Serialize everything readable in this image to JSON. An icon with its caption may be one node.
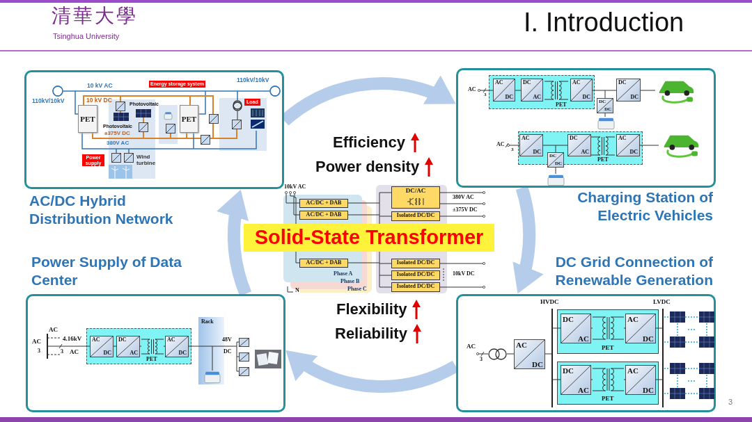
{
  "diagram": {
    "title": "I. Introduction",
    "nodes": [
      {
        "text": [],
        "shape": "picture",
        "beside": [
          "AC/DC Hybrid Distribution Network"
        ]
      },
      {
        "text": [],
        "shape": "picture",
        "beside": [
          "Charging Station of Electric Vehicles"
        ]
      },
      {
        "text": [
          "Solid-State Transformer"
        ]
      },
      {
        "text": [],
        "shape": "picture",
        "beside": [
          "Power Supply of Data Center"
        ]
      },
      {
        "text": [],
        "shape": "picture",
        "beside": [
          "DC Grid Connection of Renewable Generation"
        ]
      }
    ],
    "edges": [
      {
        "from": 0,
        "to": 1,
        "arrow": "to"
      },
      {
        "from": 1,
        "to": 4,
        "arrow": "to"
      },
      {
        "from": 4,
        "to": 3,
        "arrow": "to"
      },
      {
        "from": 3,
        "to": 0,
        "arrow": "to"
      }
    ],
    "labels": [
      "清華大學",
      "Tsinghua University",
      "10 kV AC",
      "Energy storage system",
      "110kV/10kV",
      "110kV/10kV",
      "10 kV DC",
      "Photovoltaic",
      "PET",
      "PET",
      "Load",
      "Photovoltaic",
      "±375V DC",
      "380V AC",
      "Power supply",
      "Wind turbine",
      "Efficiency",
      "Power density",
      "AC",
      "3",
      "AC",
      "DC",
      "DC",
      "AC",
      "AC",
      "DC",
      "DC",
      "DC",
      "PET",
      "DC",
      "DC",
      "AC",
      "3",
      "AC",
      "DC",
      "DC",
      "AC",
      "AC",
      "DC",
      "PET",
      "DC",
      "DC",
      "10kV AC",
      "AC/DC + DAB",
      "AC/DC + DAB",
      "AC/DC + DAB",
      "Phase A",
      "Phase B",
      "N",
      "Phase C",
      "DC/AC",
      "380V AC",
      "Isolated DC/DC",
      "±375V DC",
      "Isolated DC/DC",
      "Isolated DC/DC",
      "10kV DC",
      "Isolated DC/DC",
      "AC",
      "AC",
      "4.16kV",
      "3",
      "3",
      "AC",
      "AC",
      "DC",
      "DC",
      "AC",
      "AC",
      "DC",
      "PET",
      "Rack",
      "48V",
      "DC",
      "HVDC",
      "LVDC",
      "AC",
      "3",
      "AC",
      "DC",
      "DC",
      "AC",
      "AC",
      "DC",
      "PET",
      "DC",
      "AC",
      "AC",
      "DC",
      "PET",
      "Flexibility",
      "Reliability",
      "3"
    ]
  }
}
